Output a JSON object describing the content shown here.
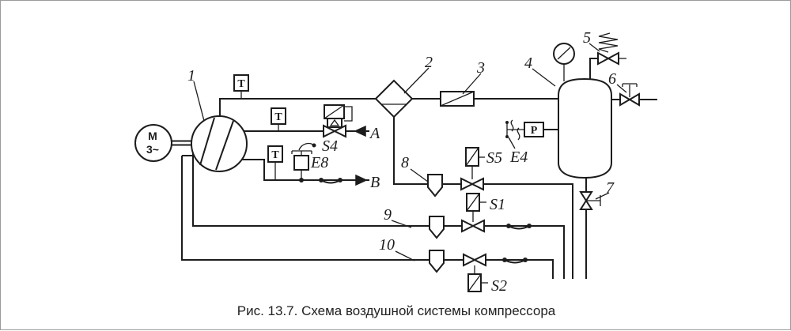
{
  "figure": {
    "caption": "Рис. 13.7. Схема воздушной системы компрессора"
  },
  "colors": {
    "ink": "#1c1c1c",
    "background": "#ffffff",
    "border": "#9a9a9a"
  },
  "labels": {
    "callout_1": "1",
    "callout_2": "2",
    "callout_3": "3",
    "callout_4": "4",
    "callout_5": "5",
    "callout_6": "6",
    "callout_7": "7",
    "callout_8": "8",
    "callout_9": "9",
    "callout_10": "10",
    "port_a": "A",
    "port_b": "B",
    "solenoid_s1": "S1",
    "solenoid_s2": "S2",
    "solenoid_s4": "S4",
    "solenoid_s5": "S5",
    "device_e4": "E4",
    "device_e8": "E8",
    "motor_letter": "M",
    "motor_phase": "3~",
    "temperature_sensor": "T",
    "pressure_sensor": "P"
  }
}
